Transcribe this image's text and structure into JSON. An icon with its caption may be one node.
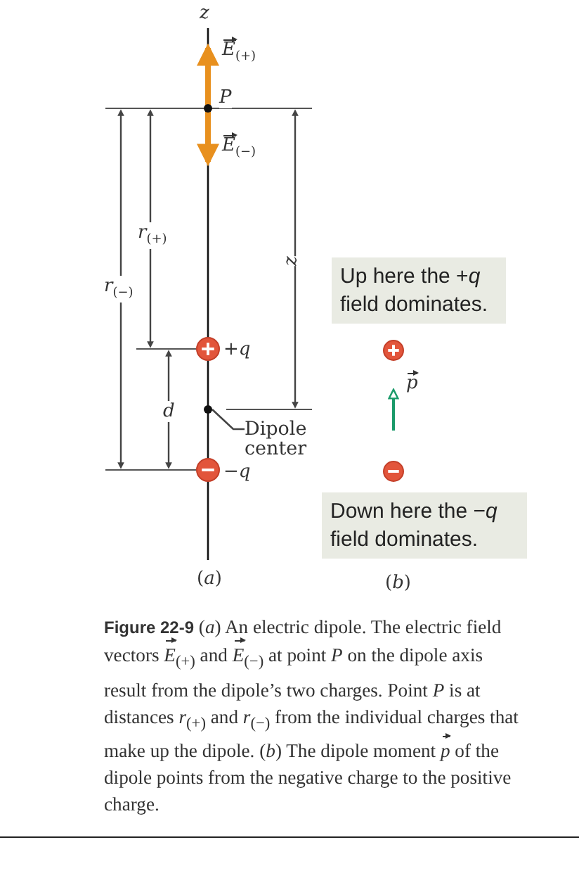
{
  "diagram": {
    "caption": "**Figure 22-9** (*a*) An electric dipole. The electric field vectors *E*$_{(+)}$ and *E*$_{(−)}$ at point *P* on the dipole axis result from the dipole’s two charges. Point *P* is at distances *r*$_{(+)}$ and *r*$_{(−)}$ from the individual charges that make up the dipole. (*b*) The dipole moment *p* of the dipole points from the negative charge to the positive charge.",
    "nodes": [
      {
        "text": [
          "Dipole center"
        ]
      },
      {
        "text": [],
        "shape": "circle"
      },
      {
        "text": [
          "Up here the +*q* field dominates."
        ]
      },
      {
        "text": [
          "Down here the −*q* field dominates."
        ]
      }
    ],
    "edges": [
      {
        "from": 0,
        "to": 1,
        "arrow": "none"
      }
    ],
    "labels": [
      "*z*",
      "*E*$_{(+)}$",
      "*P*",
      "*E*$_{(−)}$",
      "*r*$_{(+)}$",
      "*r*$_{(−)}$",
      "*z*",
      "+*q*",
      "*d*",
      "−*q*",
      "(*a*)",
      "(*b*)",
      "*p*"
    ]
  }
}
